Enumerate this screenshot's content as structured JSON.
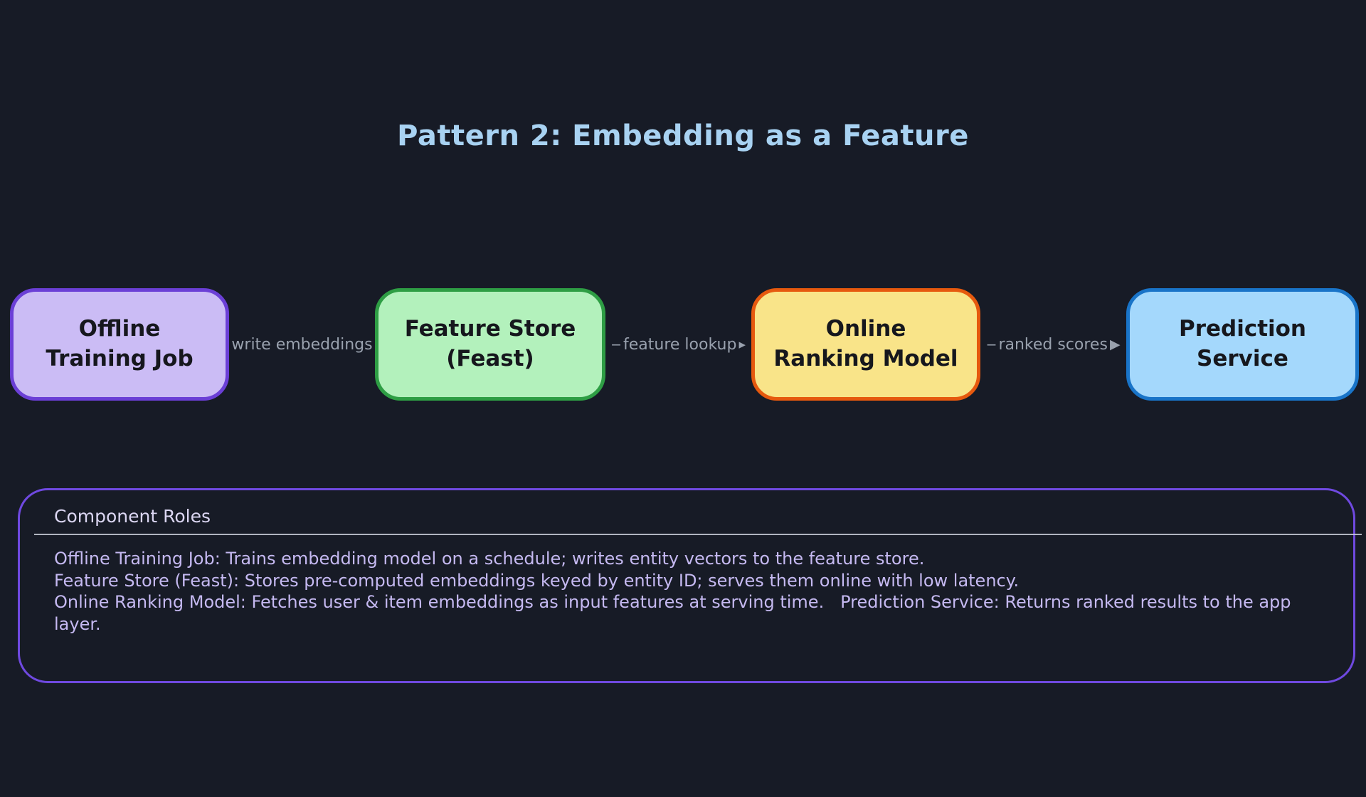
{
  "title": "Pattern 2: Embedding as a Feature",
  "flow": {
    "nodes": [
      {
        "label": "Offline\nTraining Job",
        "fill": "#cbbcf5",
        "border": "#6b3fd6"
      },
      {
        "label": "Feature Store\n(Feast)",
        "fill": "#b3f1bc",
        "border": "#2e9e44"
      },
      {
        "label": "Online\nRanking Model",
        "fill": "#f9e489",
        "border": "#e6590e"
      },
      {
        "label": "Prediction\nService",
        "fill": "#a4d8fc",
        "border": "#1974c8"
      }
    ],
    "connectors": [
      {
        "prefix": "",
        "label": "write embeddings",
        "suffix": ""
      },
      {
        "prefix": "‒",
        "label": "feature lookup",
        "suffix": "▸"
      },
      {
        "prefix": "‒",
        "label": "ranked scores",
        "suffix": "▶"
      }
    ]
  },
  "panel": {
    "title": "Component Roles",
    "lines": [
      "Offline Training Job: Trains embedding model on a schedule; writes entity vectors to the feature store.",
      "Feature Store (Feast): Stores pre-computed embeddings keyed by entity ID; serves them online with low latency.",
      "Online Ranking Model: Fetches user & item embeddings as input features at serving time.   Prediction Service: Returns ranked results to the app layer."
    ]
  },
  "colors": {
    "background": "#171b26",
    "title_text": "#a8d2f2",
    "node_text": "#16171d",
    "connector_text": "#99a1ae",
    "panel_border": "#6f49e0",
    "panel_title_text": "#dbd6f2",
    "panel_body_text": "#c5b9f1",
    "divider": "#ccd0dc"
  }
}
